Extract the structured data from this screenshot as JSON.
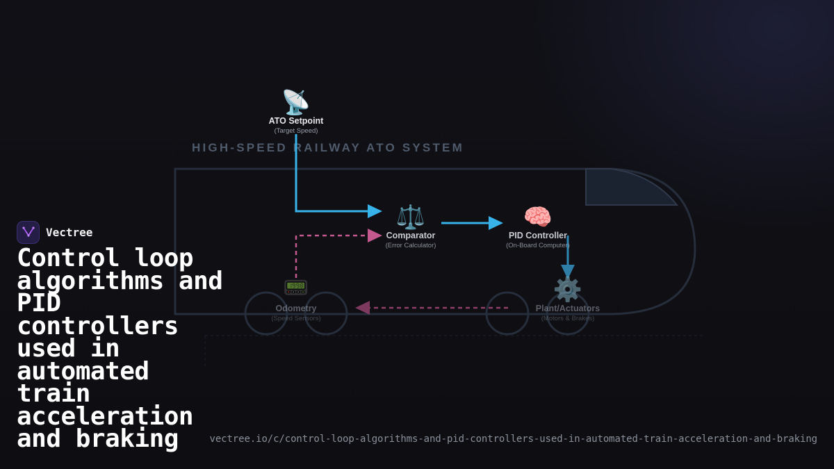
{
  "brand": {
    "name": "Vectree",
    "logo_icon": "v-network-logo-icon",
    "accent": "#a855f7"
  },
  "headline": "Control loop algorithms and PID controllers used in automated train acceleration and braking",
  "url": "vectree.io/c/control-loop-algorithms-and-pid-controllers-used-in-automated-train-acceleration-and-braking",
  "diagram": {
    "title": "HIGH-SPEED RAILWAY ATO SYSTEM",
    "nodes": {
      "setpoint": {
        "icon": "satellite-dish-icon",
        "glyph": "📡",
        "label": "ATO Setpoint",
        "sublabel": "(Target Speed)"
      },
      "comparator": {
        "icon": "balance-scale-icon",
        "glyph": "⚖️",
        "label": "Comparator",
        "sublabel": "(Error Calculator)"
      },
      "pid": {
        "icon": "brain-icon",
        "glyph": "🧠",
        "label": "PID Controller",
        "sublabel": "(On-Board Computer)"
      },
      "plant": {
        "icon": "gear-icon",
        "glyph": "⚙️",
        "label": "Plant/Actuators",
        "sublabel": "(Motors & Brakes)"
      },
      "odometry": {
        "icon": "pager-display-icon",
        "glyph": "📟",
        "label": "Odometry",
        "sublabel": "(Speed Sensors)"
      }
    },
    "colors": {
      "forward_arrow": "#38b3ea",
      "feedback_arrow": "#c4598f",
      "train_outline": "#2a3140",
      "title": "#4f5a6b"
    }
  }
}
